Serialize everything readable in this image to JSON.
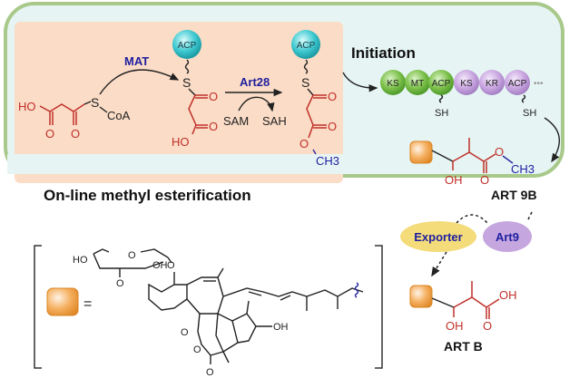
{
  "colors": {
    "outer_panel_fill": "#e6f5f4",
    "outer_panel_border": "#a8c98a",
    "inner_panel_fill": "#fbdcc6",
    "red_structure": "#c0302a",
    "blue_label": "#1f1fa0",
    "acp_cyan": "#3ec9d0",
    "green_domain": "#7cc04a",
    "purple_domain": "#c9a5e0",
    "exporter_fill": "#f4dc7a",
    "art9_fill": "#c6a6df",
    "orange_box": "#f0a040"
  },
  "inner_panel": {
    "title": "On-line methyl esterification",
    "enzyme_1": "MAT",
    "enzyme_2": "Art28",
    "cofactor_in": "SAM",
    "cofactor_out": "SAH",
    "substrate": {
      "atoms": [
        "HO",
        "O",
        "O",
        "S",
        "CoA"
      ]
    },
    "intermediate_1": {
      "carrier": "ACP",
      "atoms": [
        "S",
        "O",
        "O",
        "HO"
      ]
    },
    "intermediate_2": {
      "carrier": "ACP",
      "atoms": [
        "S",
        "O",
        "O",
        "O",
        "CH3"
      ]
    }
  },
  "initiation": {
    "title": "Initiation",
    "domains": [
      {
        "label": "KS",
        "group": "green"
      },
      {
        "label": "MT",
        "group": "green"
      },
      {
        "label": "ACP",
        "group": "green"
      },
      {
        "label": "KS",
        "group": "purple"
      },
      {
        "label": "KR",
        "group": "purple"
      },
      {
        "label": "ACP",
        "group": "purple"
      }
    ],
    "thiol_labels": [
      "SH",
      "SH"
    ],
    "ellipsis": "•••"
  },
  "product_9b": {
    "name": "ART 9B",
    "atoms": [
      "OH",
      "O",
      "O",
      "CH3"
    ]
  },
  "export": {
    "exporter": "Exporter",
    "art9": "Art9"
  },
  "product_b": {
    "name": "ART B",
    "atoms": [
      "OH",
      "O",
      "OH"
    ]
  },
  "legend": {
    "equals": "=",
    "atoms": [
      "HO",
      "O",
      "O",
      "OH",
      "O",
      "O",
      "O",
      "O",
      "OH"
    ]
  }
}
